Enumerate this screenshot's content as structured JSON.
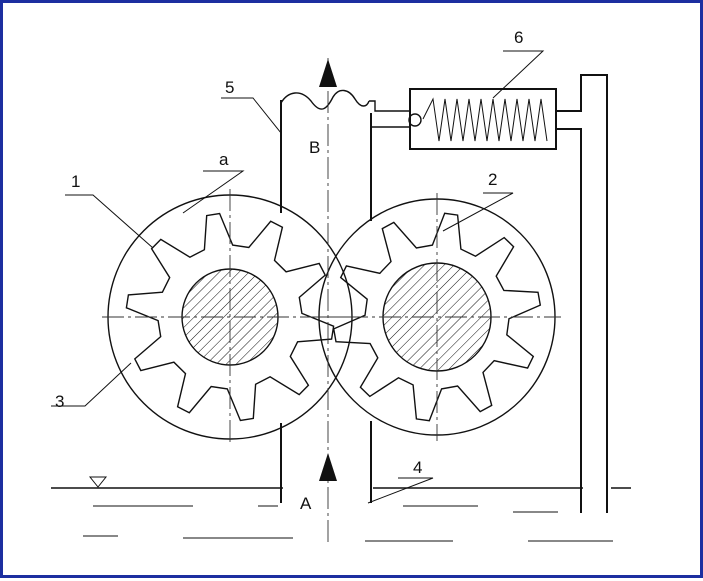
{
  "labels": {
    "one": "1",
    "two": "2",
    "three": "3",
    "four": "4",
    "five": "5",
    "six": "6",
    "a": "a",
    "A": "A",
    "B": "B"
  },
  "gear_teeth": 10
}
